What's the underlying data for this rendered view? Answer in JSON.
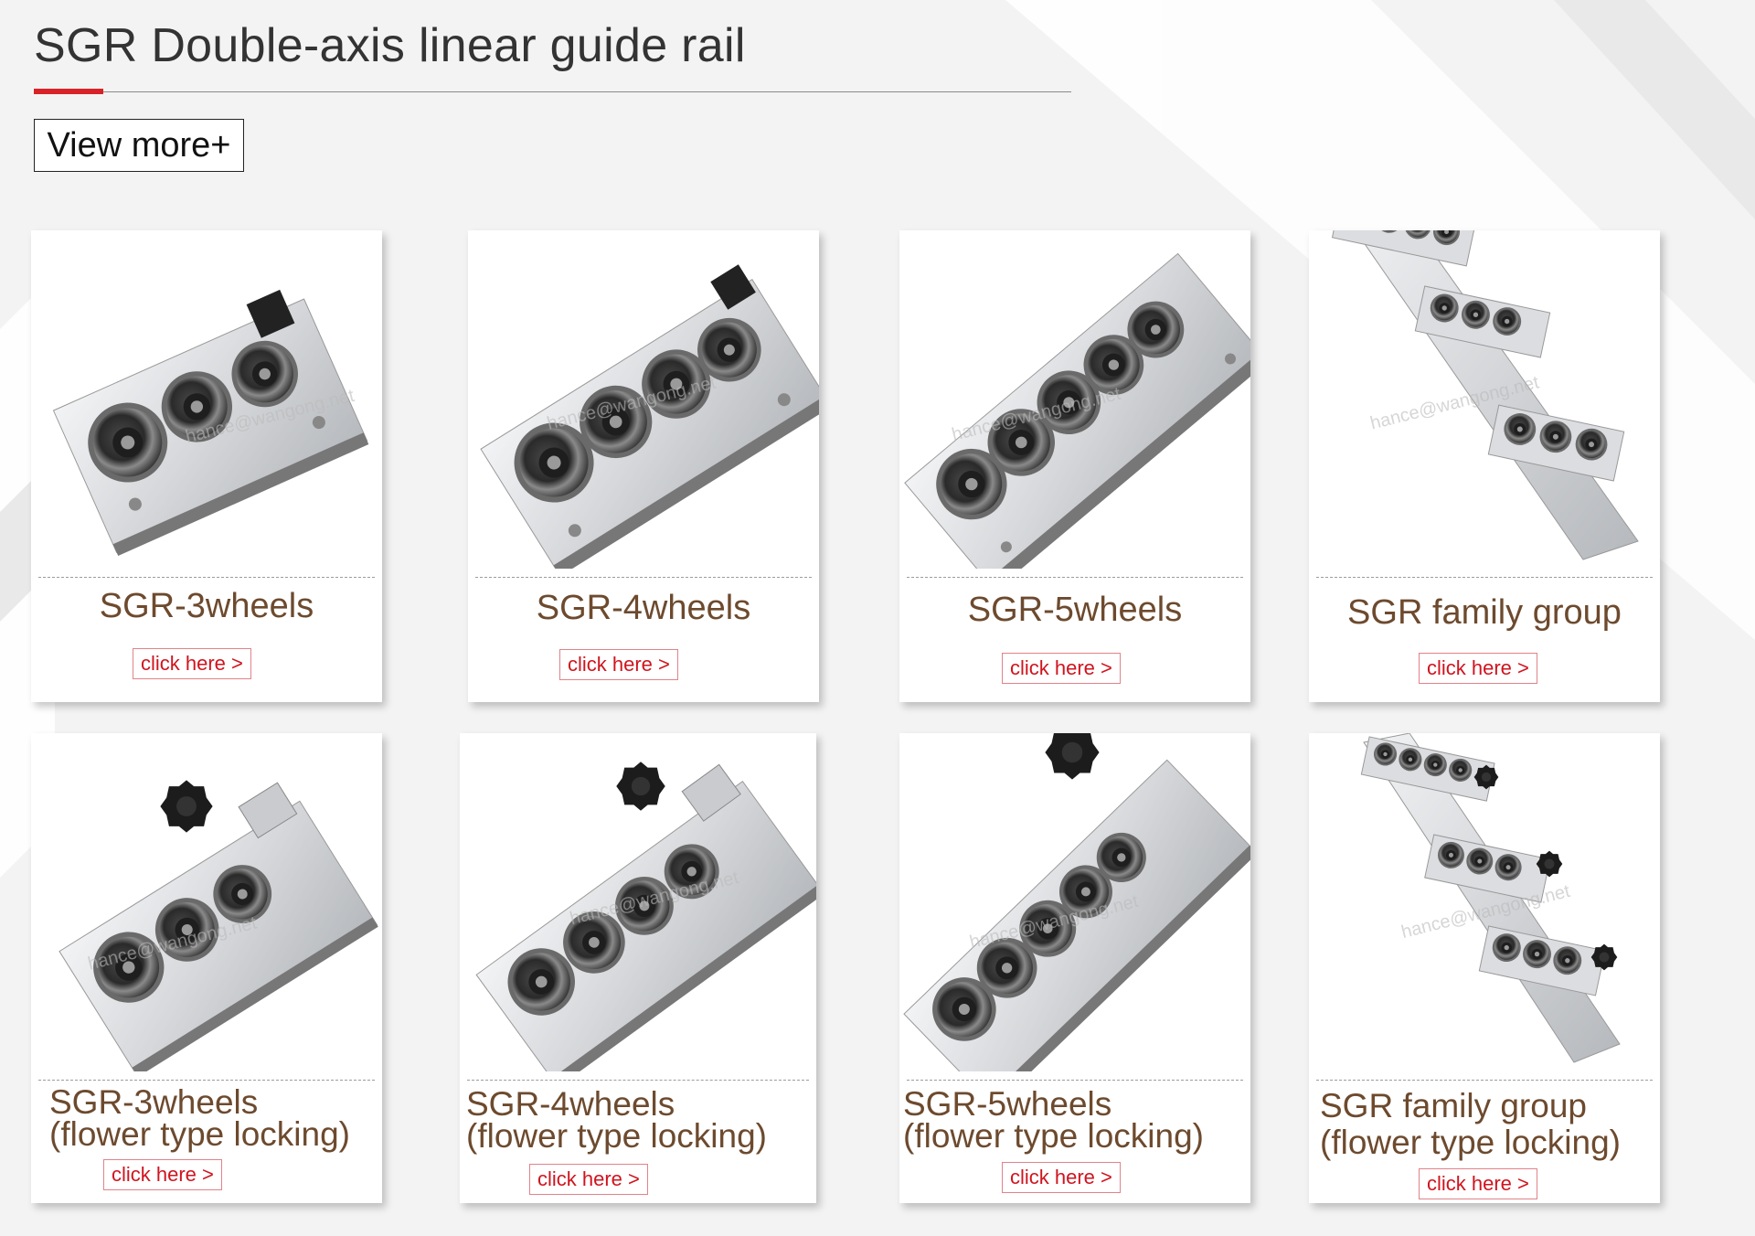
{
  "header": {
    "title": "SGR Double-axis linear guide rail",
    "view_more_label": "View more+"
  },
  "watermark": "hance@wangong.net",
  "click_label": "click here >",
  "colors": {
    "accent": "#d92128",
    "title_brown": "#6d4a2e",
    "link_red": "#d0141e"
  },
  "products_row1": [
    {
      "title": "SGR-3wheels"
    },
    {
      "title": "SGR-4wheels"
    },
    {
      "title": "SGR-5wheels"
    },
    {
      "title": "SGR family group"
    }
  ],
  "products_row2": [
    {
      "title_line1": "SGR-3wheels",
      "title_line2": "(flower type locking)"
    },
    {
      "title_line1": "SGR-4wheels",
      "title_line2": "(flower type locking)"
    },
    {
      "title_line1": "SGR-5wheels",
      "title_line2": "(flower type locking)"
    },
    {
      "title_line1": "SGR family group",
      "title_line2": "(flower type locking)"
    }
  ]
}
